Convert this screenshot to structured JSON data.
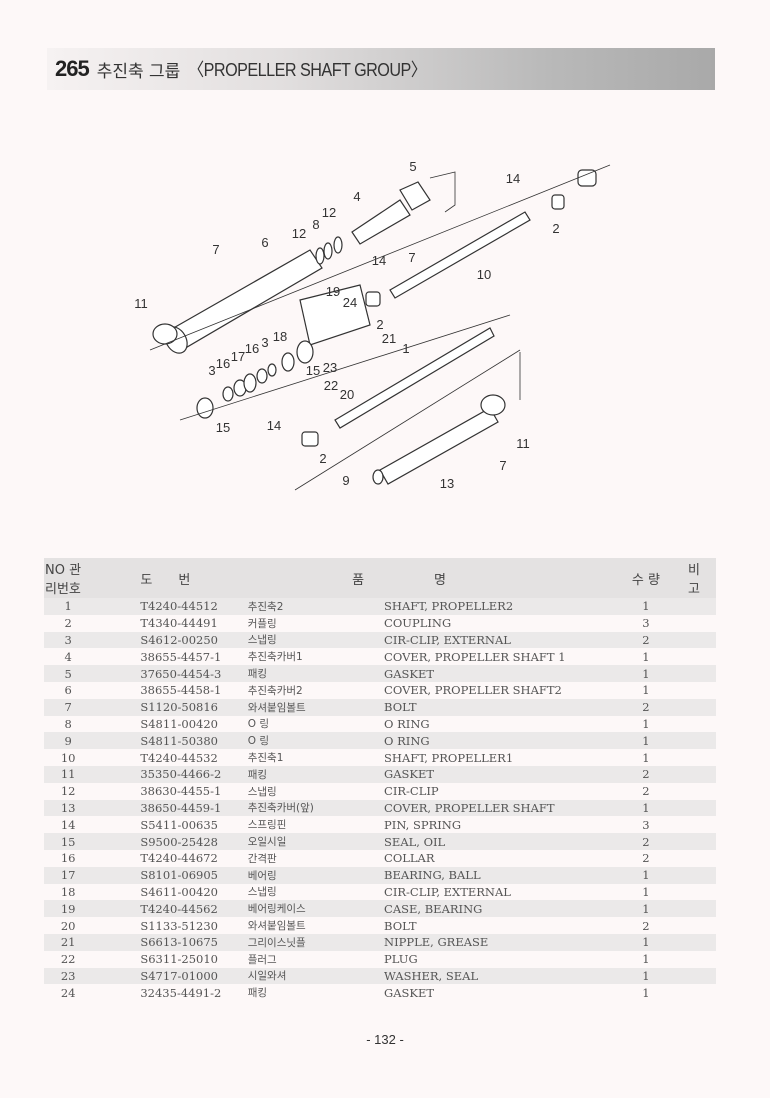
{
  "header": {
    "group_no": "265",
    "title_ko": "추진축 그룹",
    "title_en": "〈PROPELLER SHAFT GROUP〉"
  },
  "diagram": {
    "callouts": [
      "5",
      "4",
      "12",
      "8",
      "12",
      "6",
      "7",
      "14",
      "2",
      "14",
      "10",
      "11",
      "19",
      "24",
      "2",
      "21",
      "1",
      "18",
      "3",
      "16",
      "17",
      "16",
      "3",
      "15",
      "23",
      "22",
      "20",
      "15",
      "14",
      "2",
      "11",
      "7",
      "9",
      "13",
      "7"
    ]
  },
  "table": {
    "headers": {
      "no": "NO",
      "mgmt_no": "관리번호",
      "drawing_no": "도　　번",
      "name_ko": "품",
      "name_en": "명",
      "qty": "수 량",
      "remarks": "비　고"
    },
    "rows": [
      {
        "no": "1",
        "pn": "T4240-44512",
        "ko": "추진축2",
        "en": "SHAFT, PROPELLER2",
        "qty": "1"
      },
      {
        "no": "2",
        "pn": "T4340-44491",
        "ko": "커플링",
        "en": "COUPLING",
        "qty": "3"
      },
      {
        "no": "3",
        "pn": "S4612-00250",
        "ko": "스냅링",
        "en": "CIR-CLIP, EXTERNAL",
        "qty": "2"
      },
      {
        "no": "4",
        "pn": "38655-4457-1",
        "ko": "추진축카버1",
        "en": "COVER, PROPELLER SHAFT 1",
        "qty": "1"
      },
      {
        "no": "5",
        "pn": "37650-4454-3",
        "ko": "패킹",
        "en": "GASKET",
        "qty": "1"
      },
      {
        "no": "6",
        "pn": "38655-4458-1",
        "ko": "추진축카버2",
        "en": "COVER, PROPELLER SHAFT2",
        "qty": "1"
      },
      {
        "no": "7",
        "pn": "S1120-50816",
        "ko": "와셔붙임볼트",
        "en": "BOLT",
        "qty": "2"
      },
      {
        "no": "8",
        "pn": "S4811-00420",
        "ko": "O 링",
        "en": "O RING",
        "qty": "1"
      },
      {
        "no": "9",
        "pn": "S4811-50380",
        "ko": "O 링",
        "en": "O RING",
        "qty": "1"
      },
      {
        "no": "10",
        "pn": "T4240-44532",
        "ko": "추진축1",
        "en": "SHAFT, PROPELLER1",
        "qty": "1"
      },
      {
        "no": "11",
        "pn": "35350-4466-2",
        "ko": "패킹",
        "en": "GASKET",
        "qty": "2"
      },
      {
        "no": "12",
        "pn": "38630-4455-1",
        "ko": "스냅링",
        "en": "CIR-CLIP",
        "qty": "2"
      },
      {
        "no": "13",
        "pn": "38650-4459-1",
        "ko": "추진축카버(앞)",
        "en": "COVER, PROPELLER SHAFT",
        "qty": "1"
      },
      {
        "no": "14",
        "pn": "S5411-00635",
        "ko": "스프링핀",
        "en": "PIN, SPRING",
        "qty": "3"
      },
      {
        "no": "15",
        "pn": "S9500-25428",
        "ko": "오일시일",
        "en": "SEAL, OIL",
        "qty": "2"
      },
      {
        "no": "16",
        "pn": "T4240-44672",
        "ko": "간격판",
        "en": "COLLAR",
        "qty": "2"
      },
      {
        "no": "17",
        "pn": "S8101-06905",
        "ko": "베어링",
        "en": "BEARING, BALL",
        "qty": "1"
      },
      {
        "no": "18",
        "pn": "S4611-00420",
        "ko": "스냅링",
        "en": "CIR-CLIP, EXTERNAL",
        "qty": "1"
      },
      {
        "no": "19",
        "pn": "T4240-44562",
        "ko": "베어링케이스",
        "en": "CASE, BEARING",
        "qty": "1"
      },
      {
        "no": "20",
        "pn": "S1133-51230",
        "ko": "와셔붙임볼트",
        "en": "BOLT",
        "qty": "2"
      },
      {
        "no": "21",
        "pn": "S6613-10675",
        "ko": "그리이스닛플",
        "en": "NIPPLE, GREASE",
        "qty": "1"
      },
      {
        "no": "22",
        "pn": "S6311-25010",
        "ko": "플러그",
        "en": "PLUG",
        "qty": "1"
      },
      {
        "no": "23",
        "pn": "S4717-01000",
        "ko": "시일와셔",
        "en": "WASHER, SEAL",
        "qty": "1"
      },
      {
        "no": "24",
        "pn": "32435-4491-2",
        "ko": "패킹",
        "en": "GASKET",
        "qty": "1"
      }
    ]
  },
  "footer": {
    "page_number": "- 132 -"
  }
}
